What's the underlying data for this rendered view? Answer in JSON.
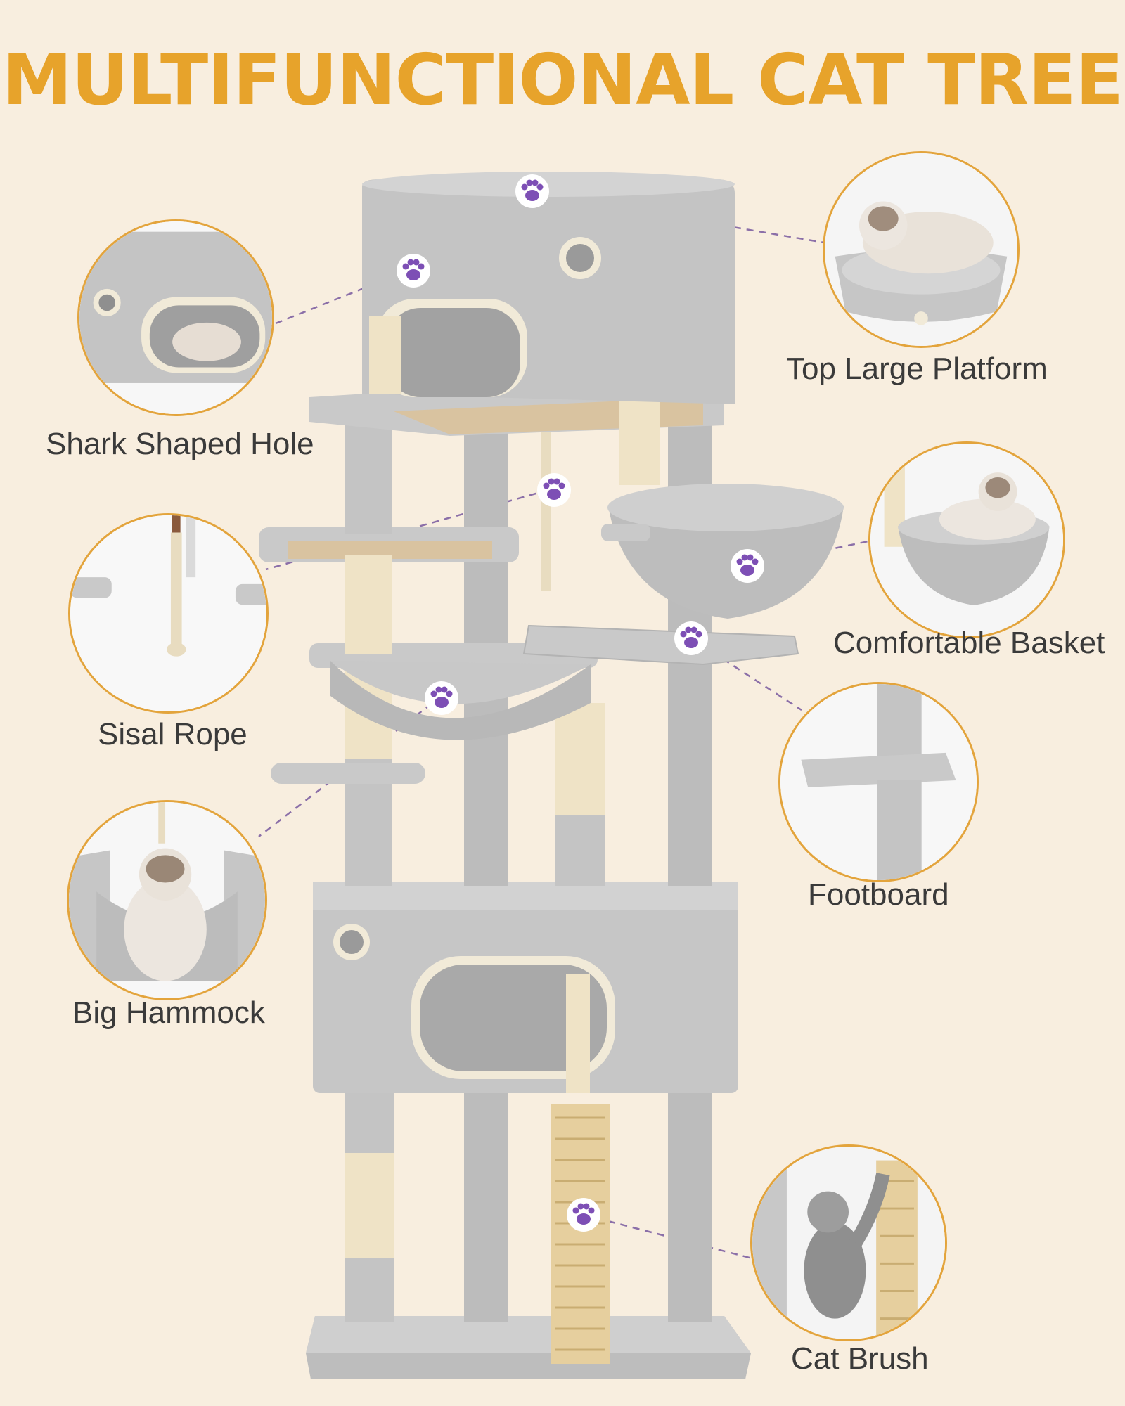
{
  "title": "MULTIFUNCTIONAL CAT TREE",
  "colors": {
    "background": "#f8eedf",
    "title": "#e7a32b",
    "circle_border": "#e3a43c",
    "paw": "#7d4fb5",
    "plush": "#c9c9c9",
    "sisal": "#efe3c6",
    "callout_line": "#8b6fa8"
  },
  "features": [
    {
      "label": "Top Large Platform",
      "icon": "paw-icon"
    },
    {
      "label": "Shark Shaped Hole",
      "icon": "paw-icon"
    },
    {
      "label": "Comfortable Basket",
      "icon": "paw-icon"
    },
    {
      "label": "Sisal Rope",
      "icon": "paw-icon"
    },
    {
      "label": "Footboard",
      "icon": "paw-icon"
    },
    {
      "label": "Big Hammock",
      "icon": "paw-icon"
    },
    {
      "label": "Cat Brush",
      "icon": "paw-icon"
    }
  ]
}
